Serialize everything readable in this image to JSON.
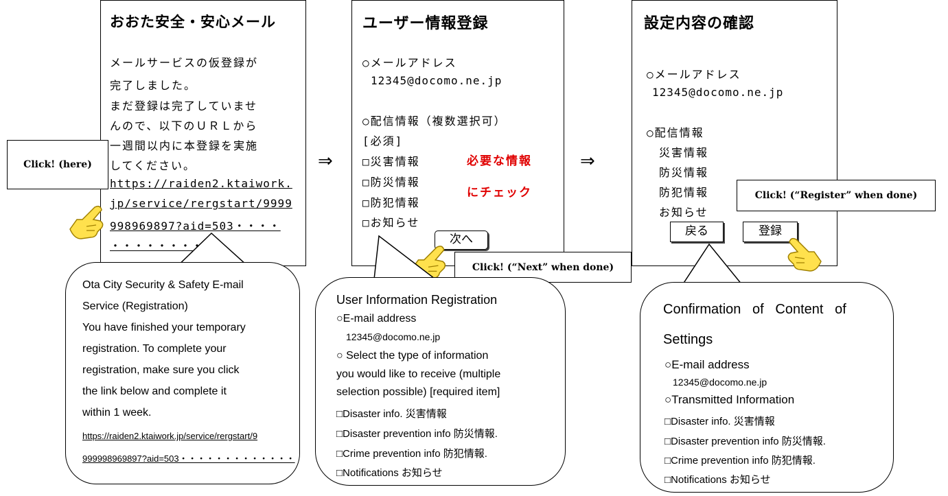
{
  "panel1": {
    "title": "おおた安全・安心メール",
    "lines": [
      "メールサービスの仮登録が",
      "完了しました。",
      "まだ登録は完了していませ",
      "んので、以下のＵＲＬから",
      "一週間以内に本登録を実施",
      "してください。"
    ],
    "link_lines": [
      "https://raiden2.ktaiwork.",
      "jp/service/rergstart/9999",
      "998969897?aid=503・・・・",
      "・・・・・・・・・"
    ]
  },
  "label_click_here": "Click!  (here)",
  "arrows": [
    "⇒",
    "⇒"
  ],
  "panel2": {
    "title": "ユーザー情報登録",
    "email_heading": "○メールアドレス",
    "email": "12345@docomo.ne.jp",
    "delivery_heading": "○配信情報（複数選択可）",
    "required": "[必須]",
    "options": [
      "□災害情報",
      "□防災情報",
      "□防犯情報",
      "□お知らせ"
    ],
    "note1": "必要な情報",
    "note2": "にチェック",
    "next_button": "次へ"
  },
  "label_click_next": "Click! (“Next”  when done)",
  "panel3": {
    "title": "設定内容の確認",
    "email_heading": "○メールアドレス",
    "email": "12345@docomo.ne.jp",
    "delivery_heading": "○配信情報",
    "items": [
      "災害情報",
      "防災情報",
      "防犯情報",
      "お知らせ"
    ],
    "back_button": "戻る",
    "register_button": "登録"
  },
  "label_click_register": "Click! (“Register”  when done)",
  "callout1": {
    "lines": [
      "Ota City Security & Safety E-mail",
      "Service (Registration)",
      "You have finished your temporary",
      "registration. To complete your",
      "registration, make sure you click",
      "the link below and complete it",
      "within 1 week."
    ],
    "link_lines": [
      "https://raiden2.ktaiwork.jp/service/rergstart/9",
      "999998969897?aid=503・・・・・・・・・・・・・"
    ]
  },
  "callout2": {
    "title": "User Information Registration",
    "email_heading": "○E-mail address",
    "email": "12345@docomo.ne.jp",
    "select_lines": [
      "○ Select the type of information",
      "you would like to receive (multiple",
      "selection possible) [required item]"
    ],
    "options": [
      "□Disaster info.  災害情報",
      "□Disaster prevention info 防災情報.",
      "□Crime prevention info 防犯情報.",
      "□Notifications  お知らせ"
    ]
  },
  "callout3": {
    "title_line1": "Confirmation   of   Content   of",
    "title_line2": "Settings",
    "email_heading": "○E-mail address",
    "email": "12345@docomo.ne.jp",
    "info_heading": "○Transmitted Information",
    "options": [
      "□Disaster info.  災害情報",
      "□Disaster prevention info 防災情報.",
      "□Crime prevention info 防犯情報.",
      "□Notifications  お知らせ"
    ]
  }
}
